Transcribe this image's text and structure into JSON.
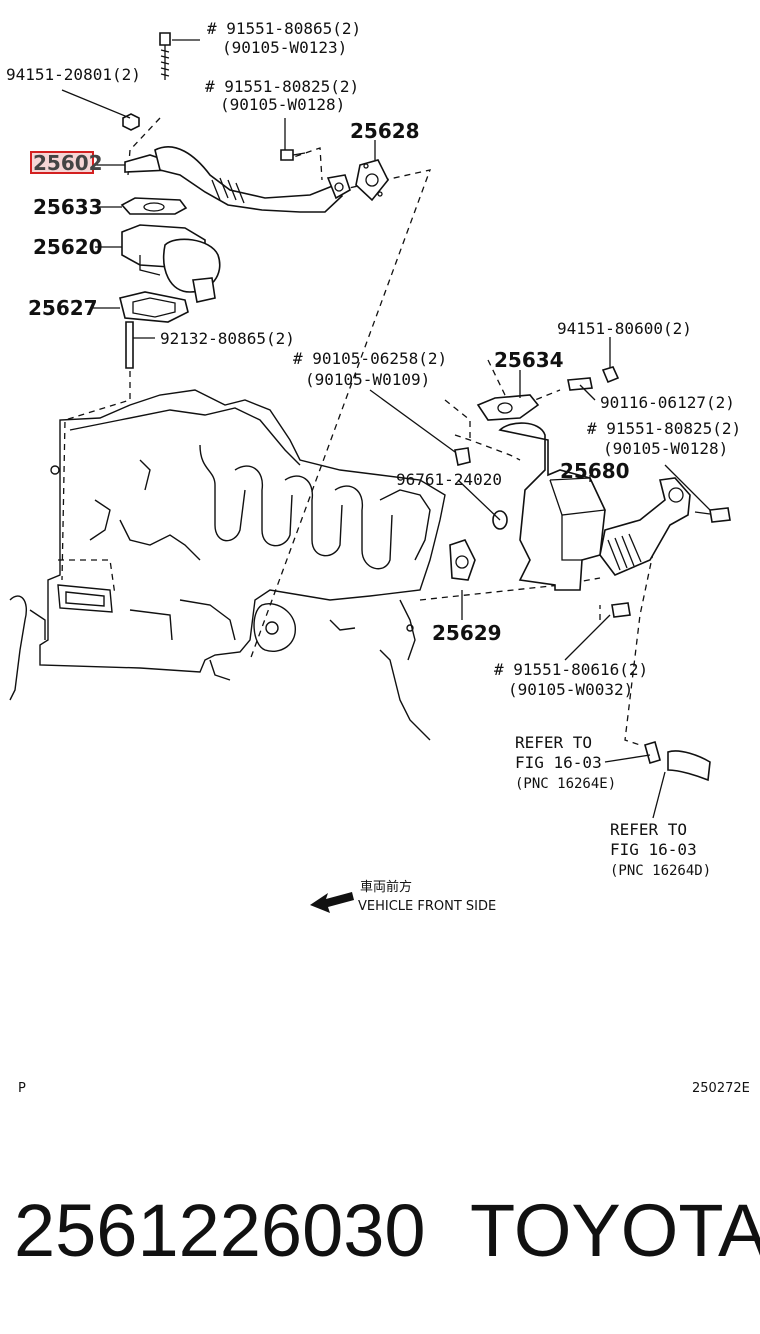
{
  "callouts": {
    "c1_line1": "# 91551-80865(2)",
    "c1_line2": "(90105-W0123)",
    "c2": "94151-20801(2)",
    "c3_line1": "# 91551-80825(2)",
    "c3_line2": "(90105-W0128)",
    "c4": "25628",
    "c5": "25602",
    "c6": "25633",
    "c7": "25620",
    "c8": "25627",
    "c9": "92132-80865(2)",
    "c10": "94151-80600(2)",
    "c11_line1": "# 90105-06258(2)",
    "c11_line2": "(90105-W0109)",
    "c12": "25634",
    "c13": "90116-06127(2)",
    "c14_line1": "# 91551-80825(2)",
    "c14_line2": "(90105-W0128)",
    "c15": "96761-24020",
    "c16": "25680",
    "c17": "25629",
    "c18_line1": "# 91551-80616(2)",
    "c18_line2": "(90105-W0032)",
    "ref1_line1": "REFER TO",
    "ref1_line2": "FIG 16-03",
    "ref1_line3": "(PNC 16264E)",
    "ref2_line1": "REFER TO",
    "ref2_line2": "FIG 16-03",
    "ref2_line3": "(PNC 16264D)"
  },
  "direction": {
    "chinese": "車両前方",
    "english": "VEHICLE FRONT SIDE"
  },
  "corner_left": "P",
  "corner_right": "250272E",
  "footer": {
    "part_number": "2561226030",
    "brand": "TOYOTA"
  },
  "highlight_color": "#d32020"
}
